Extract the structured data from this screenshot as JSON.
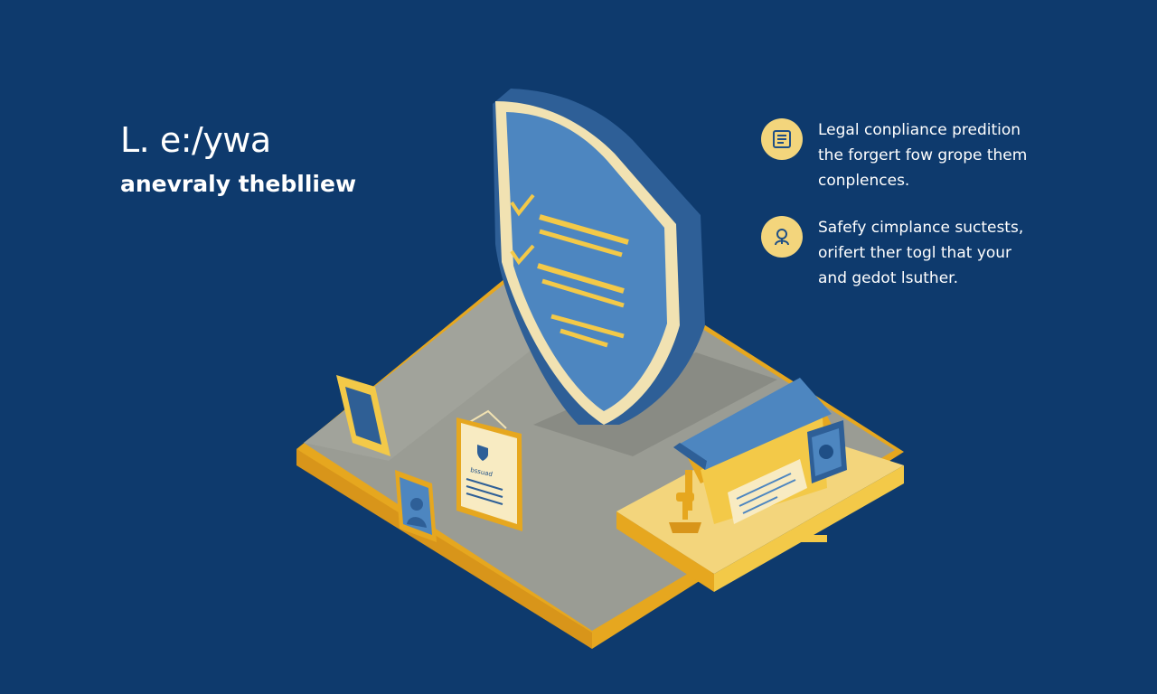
{
  "brand": {
    "title": "L. e:/ywa",
    "subtitle": "anevraly theblliew"
  },
  "features": [
    {
      "icon": "document-list-icon",
      "lines": [
        "Legal conpliance predition",
        "the forgert fow grope them",
        "conplences."
      ]
    },
    {
      "icon": "person-badge-icon",
      "lines": [
        "Safefy cimplance suctests,",
        "orifert ther togl that your",
        "and gedot lsuther."
      ]
    }
  ],
  "illustration": {
    "document_label": "bssuad"
  },
  "colors": {
    "background": "#0e3a6d",
    "shield_blue": "#4d86c0",
    "shield_rim": "#f1e2b2",
    "accent_yellow": "#f3c948",
    "platform_gray": "#9a9c94"
  }
}
